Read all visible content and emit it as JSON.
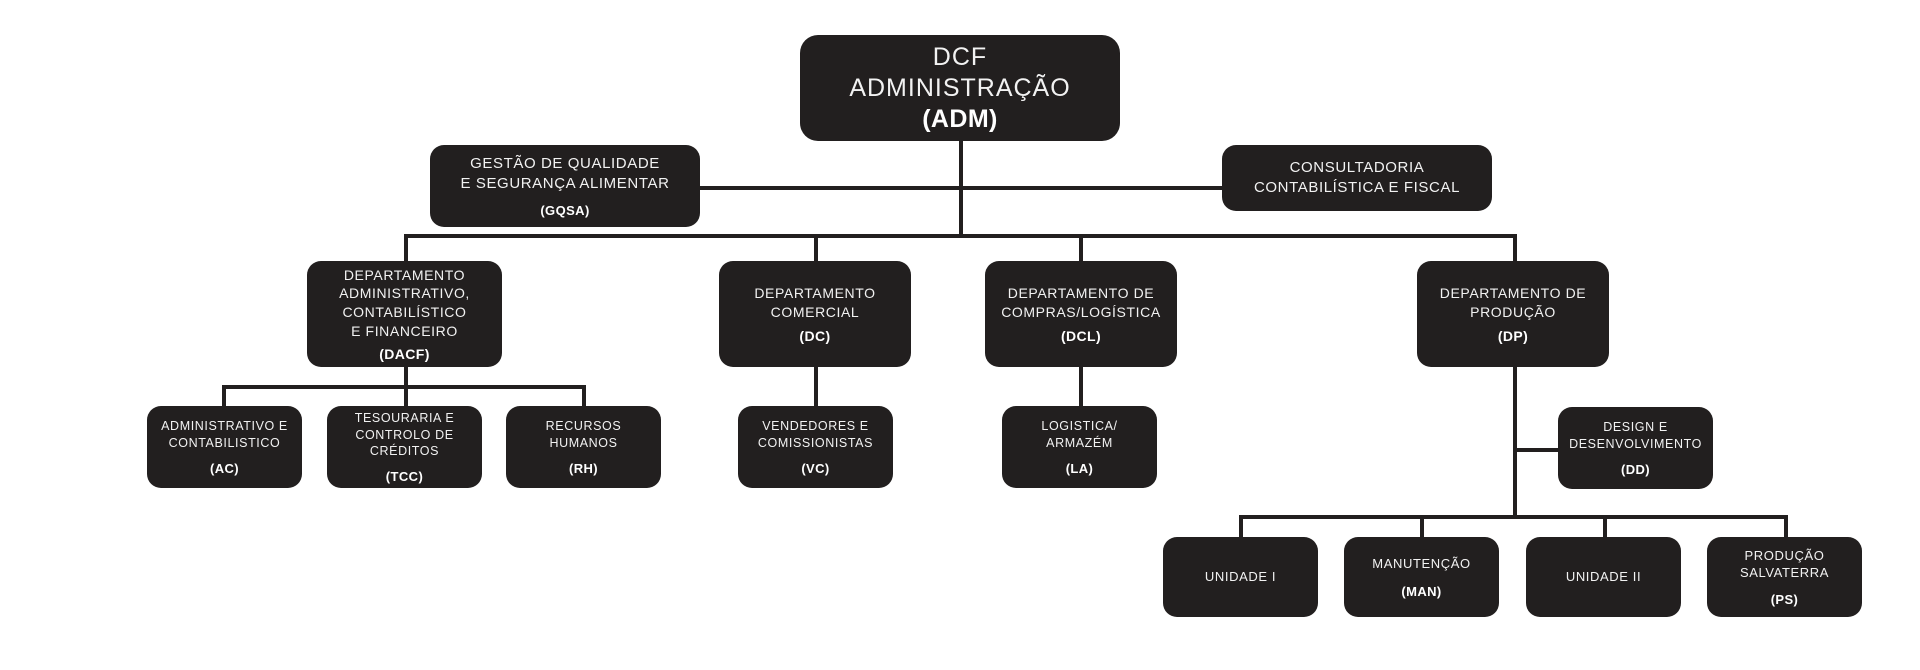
{
  "page": {
    "title": "Organograma DCF",
    "background_color": "#ffffff",
    "node_color": "#221f1f",
    "text_color": "#f2f2f2",
    "line_color": "#221f1f"
  },
  "nodes": {
    "root": {
      "title": "DCF\nADMINISTRAÇÃO",
      "code": "(ADM)"
    },
    "staff_left": {
      "title": "GESTÃO DE QUALIDADE\nE SEGURANÇA ALIMENTAR",
      "code": "(GQSA)"
    },
    "staff_right": {
      "title": "CONSULTADORIA\nCONTABILÍSTICA E FISCAL",
      "code": ""
    },
    "dept_dacf": {
      "title": "DEPARTAMENTO\nADMINISTRATIVO,\nCONTABILÍSTICO\nE FINANCEIRO",
      "code": "(DACF)"
    },
    "dept_dc": {
      "title": "DEPARTAMENTO\nCOMERCIAL",
      "code": "(DC)"
    },
    "dept_dcl": {
      "title": "DEPARTAMENTO DE\nCOMPRAS/LOGÍSTICA",
      "code": "(DCL)"
    },
    "dept_dp": {
      "title": "DEPARTAMENTO DE\nPRODUÇÃO",
      "code": "(DP)"
    },
    "unit_ac": {
      "title": "ADMINISTRATIVO E\nCONTABILISTICO",
      "code": "(AC)"
    },
    "unit_tcc": {
      "title": "TESOURARIA E\nCONTROLO DE\nCRÉDITOS",
      "code": "(TCC)"
    },
    "unit_rh": {
      "title": "RECURSOS\nHUMANOS",
      "code": "(RH)"
    },
    "unit_vc": {
      "title": "VENDEDORES E\nCOMISSIONISTAS",
      "code": "(VC)"
    },
    "unit_la": {
      "title": "LOGISTICA/\nARMAZÉM",
      "code": "(LA)"
    },
    "unit_dd": {
      "title": "DESIGN E\nDESENVOLVIMENTO",
      "code": "(DD)"
    },
    "prod_u1": {
      "title": "UNIDADE I",
      "code": ""
    },
    "prod_man": {
      "title": "MANUTENÇÃO",
      "code": "(MAN)"
    },
    "prod_u2": {
      "title": "UNIDADE II",
      "code": ""
    },
    "prod_ps": {
      "title": "PRODUÇÃO\nSALVATERRA",
      "code": "(PS)"
    }
  }
}
